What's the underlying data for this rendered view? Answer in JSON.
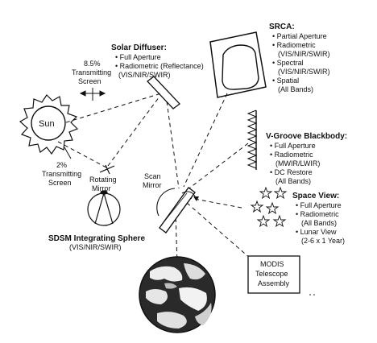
{
  "sun": {
    "label": "Sun"
  },
  "screens": {
    "screen_8_5": {
      "line1": "8.5%",
      "line2": "Transmitting",
      "line3": "Screen"
    },
    "screen_2": {
      "line1": "2%",
      "line2": "Transmitting",
      "line3": "Screen"
    }
  },
  "solar_diffuser": {
    "title": "Solar Diffuser:",
    "items": [
      "• Full Aperture",
      "• Radiometric (Reflectance)",
      "(VIS/NIR/SWIR)"
    ]
  },
  "srca": {
    "title": "SRCA:",
    "items": [
      "• Partial Aperture",
      "• Radiometric",
      "(VIS/NIR/SWIR)",
      "• Spectral",
      "(VIS/NIR/SWIR)",
      "• Spatial",
      "(All Bands)"
    ]
  },
  "blackbody": {
    "title": "V-Groove Blackbody:",
    "items": [
      "• Full Aperture",
      "• Radiometric",
      "(MWIR/LWIR)",
      "• DC Restore",
      "(All Bands)"
    ]
  },
  "rotating_mirror": {
    "line1": "Rotating",
    "line2": "Mirror"
  },
  "scan_mirror": {
    "line1": "Scan",
    "line2": "Mirror"
  },
  "sdsm": {
    "line1": "SDSM Integrating Sphere",
    "line2": "(VIS/NIR/SWIR)"
  },
  "space_view": {
    "title": "Space View:",
    "items": [
      "• Full Aperture",
      "• Radiometric",
      "(All Bands)",
      "• Lunar View",
      "(2-6 x 1 Year)"
    ]
  },
  "telescope": {
    "line1": "MODIS",
    "line2": "Telescope",
    "line3": "Assembly"
  },
  "colors": {
    "ink": "#111111",
    "background": "#ffffff",
    "earth_dark": "#222222",
    "earth_light": "#f2f2f2"
  }
}
